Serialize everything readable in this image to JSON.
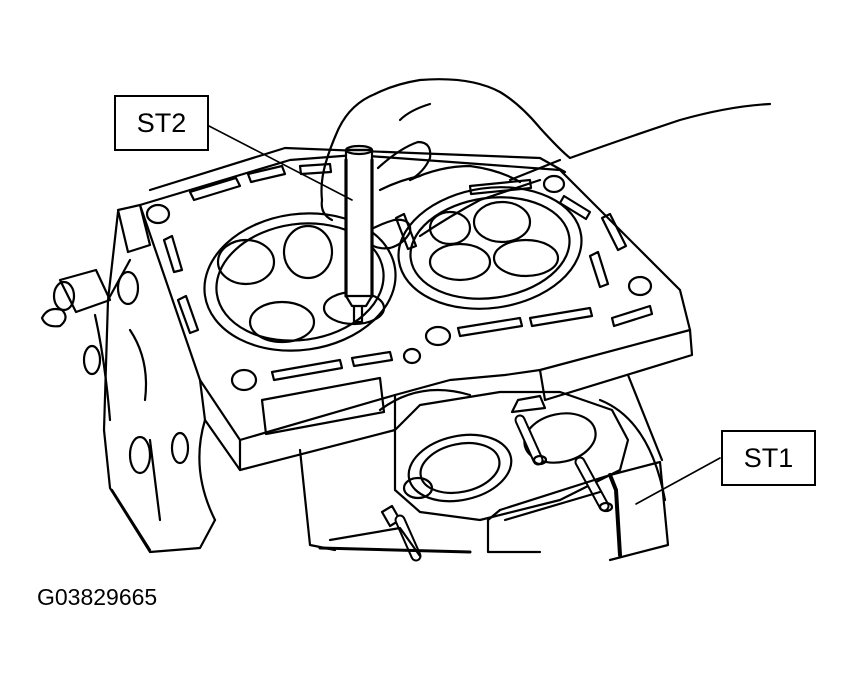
{
  "labels": {
    "st2": "ST2",
    "st1": "ST1"
  },
  "figure_id": "G03829665",
  "colors": {
    "ink": "#000000",
    "paper": "#ffffff"
  },
  "icons": {
    "tool_st2": "valve-guide-remover-icon",
    "tool_st1": "cylinder-head-stand-icon"
  }
}
